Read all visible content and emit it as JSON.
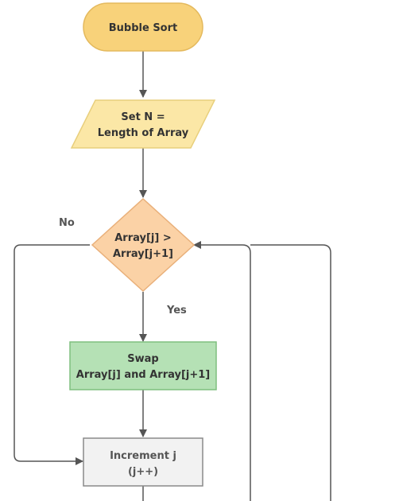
{
  "nodes": {
    "start": {
      "label": "Bubble Sort",
      "fill": "#f8d27a",
      "stroke": "#e4b95d"
    },
    "set_n": {
      "line1": "Set N =",
      "line2": "Length of Array",
      "fill": "#fbe7a6",
      "stroke": "#e8cf7c"
    },
    "decision": {
      "line1": "Array[j] >",
      "line2": "Array[j+1]",
      "fill": "#fbd2a6",
      "stroke": "#e9b07a"
    },
    "swap": {
      "line1": "Swap",
      "line2": "Array[j] and Array[j+1]",
      "fill": "#b5e1b5",
      "stroke": "#7fbf7f"
    },
    "increment": {
      "line1": "Increment j",
      "line2": "(j++)",
      "fill": "#f2f2f2",
      "stroke": "#8a8a8a"
    }
  },
  "edges": {
    "yes_label": "Yes",
    "no_label": "No",
    "color": "#555555"
  }
}
